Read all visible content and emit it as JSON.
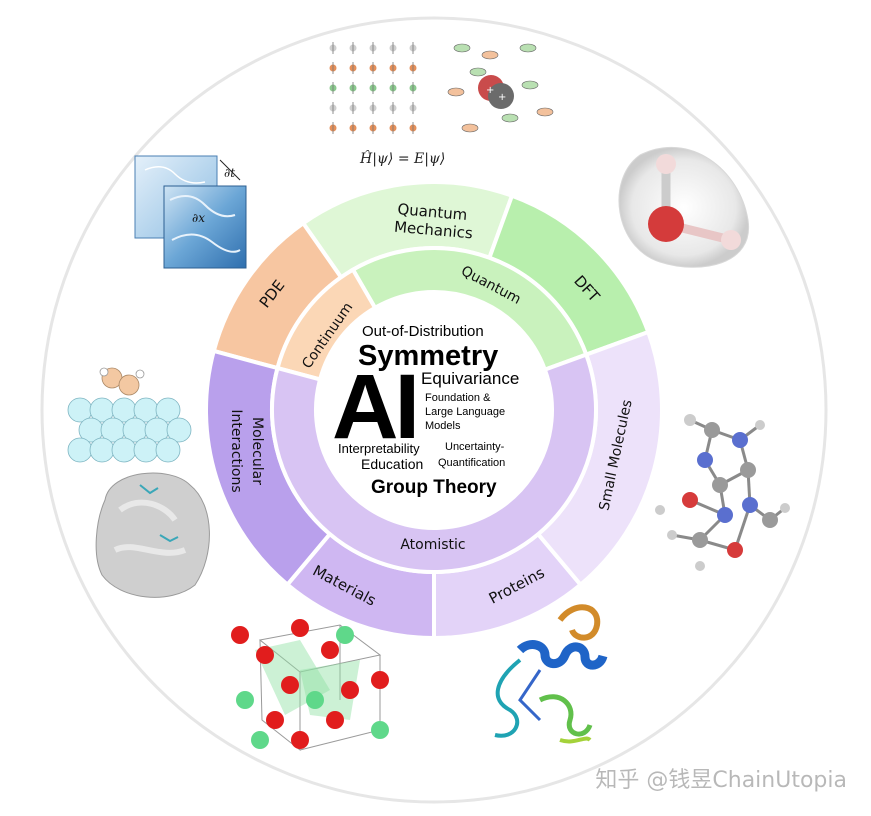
{
  "center": {
    "big": "AI",
    "terms": {
      "ood": "Out-of-Distribution",
      "symmetry": "Symmetry",
      "equivariance": "Equivariance",
      "foundation1": "Foundation &",
      "foundation2": "Large Language",
      "foundation3": "Models",
      "interpretability": "Interpretability",
      "uncertainty1": "Uncertainty-",
      "uncertainty2": "Quantification",
      "education": "Education",
      "group_theory": "Group Theory"
    }
  },
  "inner_ring": {
    "quantum": "Quantum",
    "continuum": "Continuum",
    "atomistic": "Atomistic"
  },
  "outer_ring": {
    "quantum_mechanics_1": "Quantum",
    "quantum_mechanics_2": "Mechanics",
    "dft": "DFT",
    "pde": "PDE",
    "molecular_1": "Molecular",
    "molecular_2": "Interactions",
    "materials": "Materials",
    "proteins": "Proteins",
    "small_molecules": "Small Molecules"
  },
  "equation": "Ĥ|ψ⟩ = E|ψ⟩",
  "pde_label": "∂t",
  "pde_label2": "∂x",
  "watermark": "知乎 @钱昱ChainUtopia",
  "colors": {
    "quantum_light": "#dff7d6",
    "quantum_mid": "#c9f2bd",
    "dft": "#b8efad",
    "pde": "#f7c6a1",
    "continuum": "#fbd7b6",
    "atomistic": "#d8c4f3",
    "molecular": "#b9a0ec",
    "materials": "#cfb7f2",
    "proteins": "#e3d3f8",
    "small_molecules": "#ede2fa"
  }
}
